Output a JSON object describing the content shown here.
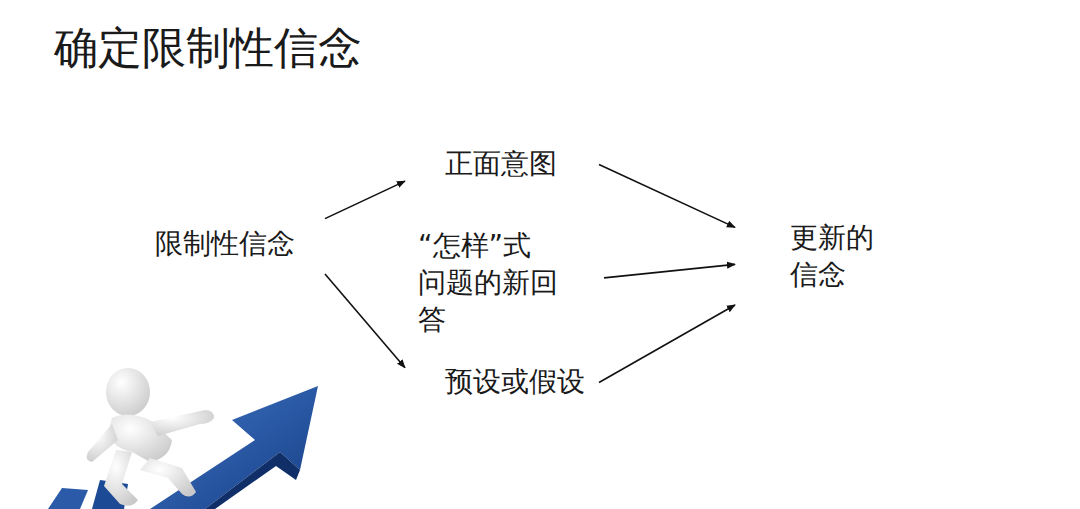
{
  "diagram": {
    "title": "确定限制性信念",
    "nodes": [
      {
        "text": [
          "限制性信念"
        ]
      },
      {
        "text": [
          "正面意图"
        ]
      },
      {
        "text": [
          "“怎样”式 问题的新回 答"
        ]
      },
      {
        "text": [
          "预设或假设"
        ]
      },
      {
        "text": [
          "更新的 信念"
        ]
      }
    ],
    "edges": [
      {
        "from": 0,
        "to": 1,
        "arrow": "to"
      },
      {
        "from": 0,
        "to": 3,
        "arrow": "to"
      },
      {
        "from": 1,
        "to": 4,
        "arrow": "to"
      },
      {
        "from": 2,
        "to": 4,
        "arrow": "to"
      },
      {
        "from": 3,
        "to": 4,
        "arrow": "to"
      }
    ]
  }
}
